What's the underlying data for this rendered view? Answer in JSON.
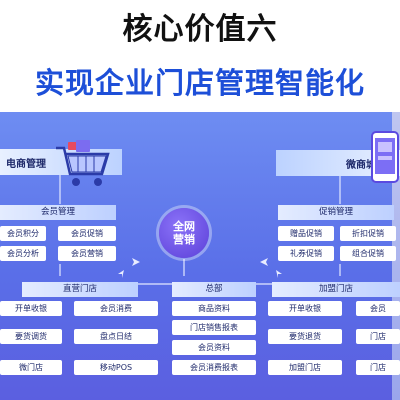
{
  "title": "核心价值六",
  "subtitle": "实现企业门店管理智能化",
  "left_bar": {
    "label": "电商管理"
  },
  "right_bar": {
    "label": "微商城"
  },
  "center": {
    "line1": "全网",
    "line2": "营销"
  },
  "member_mgmt": {
    "header": "会员管理",
    "items": [
      "会员积分",
      "会员促销",
      "会员分析",
      "会员营销"
    ]
  },
  "promo_mgmt": {
    "header": "促销管理",
    "items": [
      "赠品促销",
      "折扣促销",
      "礼券促销",
      "组合促销"
    ]
  },
  "store": {
    "header": "直营门店",
    "rows": [
      [
        "开单收银",
        "会员消费"
      ],
      [
        "要货调货",
        "盘点日结"
      ],
      [
        "微门店",
        "移动POS"
      ]
    ]
  },
  "hq": {
    "header": "总部",
    "items": [
      "商品资料",
      "门店销售报表",
      "会员资料",
      "会员消费报表"
    ]
  },
  "franchise": {
    "header": "加盟门店",
    "rows": [
      [
        "开单收银",
        "会员"
      ],
      [
        "要货退货",
        "门店"
      ],
      [
        "加盟门店",
        "门店"
      ]
    ]
  },
  "colors": {
    "title": "#111111",
    "subtitle": "#1d4fd8",
    "panel": "#5a6fe8",
    "circle": "#6a4ee6"
  },
  "icons": [
    "cart-icon",
    "phone-icon",
    "arrow-icon"
  ]
}
